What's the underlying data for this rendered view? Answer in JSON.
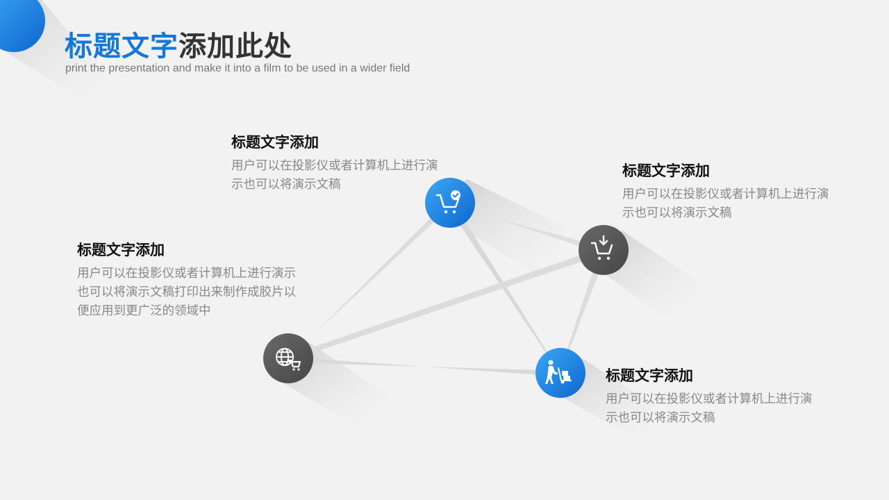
{
  "header": {
    "title_highlight": "标题文字",
    "title_rest": "添加此处",
    "subtitle": "print the presentation and make it into a film to be used in a wider field"
  },
  "colors": {
    "accent_blue": "#1678d6",
    "node_gray": "#555555",
    "background": "#f2f2f2"
  },
  "nodes": [
    {
      "id": "cart-check",
      "icon": "cart-check-icon",
      "color": "blue",
      "title": "标题文字添加",
      "text": "用户可以在投影仪或者计算机上进行演示也可以将演示文稿"
    },
    {
      "id": "cart-download",
      "icon": "cart-download-icon",
      "color": "gray",
      "title": "标题文字添加",
      "text": "用户可以在投影仪或者计算机上进行演示也可以将演示文稿"
    },
    {
      "id": "globe-cart",
      "icon": "globe-cart-icon",
      "color": "gray",
      "title": "标题文字添加",
      "text": "用户可以在投影仪或者计算机上进行演示也可以将演示文稿打印出来制作成胶片以便应用到更广泛的领域中"
    },
    {
      "id": "hand-truck",
      "icon": "hand-truck-icon",
      "color": "blue",
      "title": "标题文字添加",
      "text": "用户可以在投影仪或者计算机上进行演示也可以将演示文稿"
    }
  ]
}
